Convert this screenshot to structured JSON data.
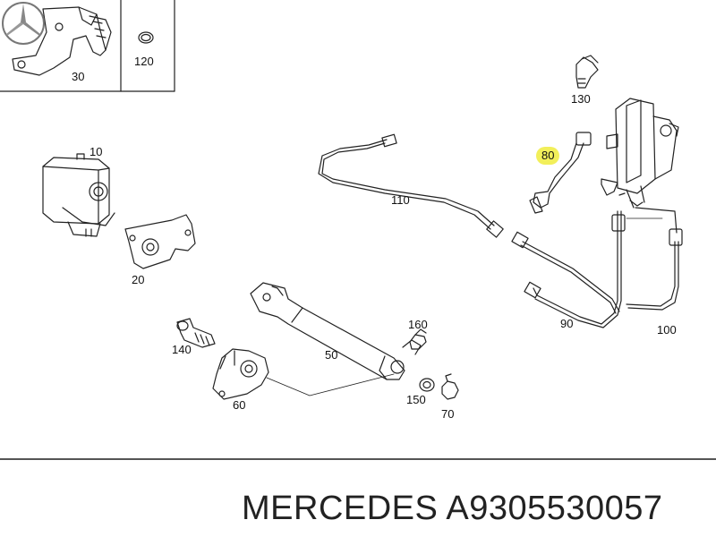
{
  "colors": {
    "highlight": "#f2ef5a",
    "line": "#222222",
    "text": "#111111"
  },
  "brand": {
    "logo_icon": "mercedes-star-icon",
    "name": "MERCEDES",
    "part_number": "A9305530057"
  },
  "callouts": [
    {
      "id": "30",
      "label": "30"
    },
    {
      "id": "120",
      "label": "120"
    },
    {
      "id": "130",
      "label": "130"
    },
    {
      "id": "10",
      "label": "10"
    },
    {
      "id": "80",
      "label": "80",
      "highlighted": true
    },
    {
      "id": "110",
      "label": "110"
    },
    {
      "id": "20",
      "label": "20"
    },
    {
      "id": "160",
      "label": "160"
    },
    {
      "id": "140",
      "label": "140"
    },
    {
      "id": "50",
      "label": "50"
    },
    {
      "id": "90",
      "label": "90"
    },
    {
      "id": "100",
      "label": "100"
    },
    {
      "id": "60",
      "label": "60"
    },
    {
      "id": "150",
      "label": "150"
    },
    {
      "id": "70",
      "label": "70"
    }
  ]
}
